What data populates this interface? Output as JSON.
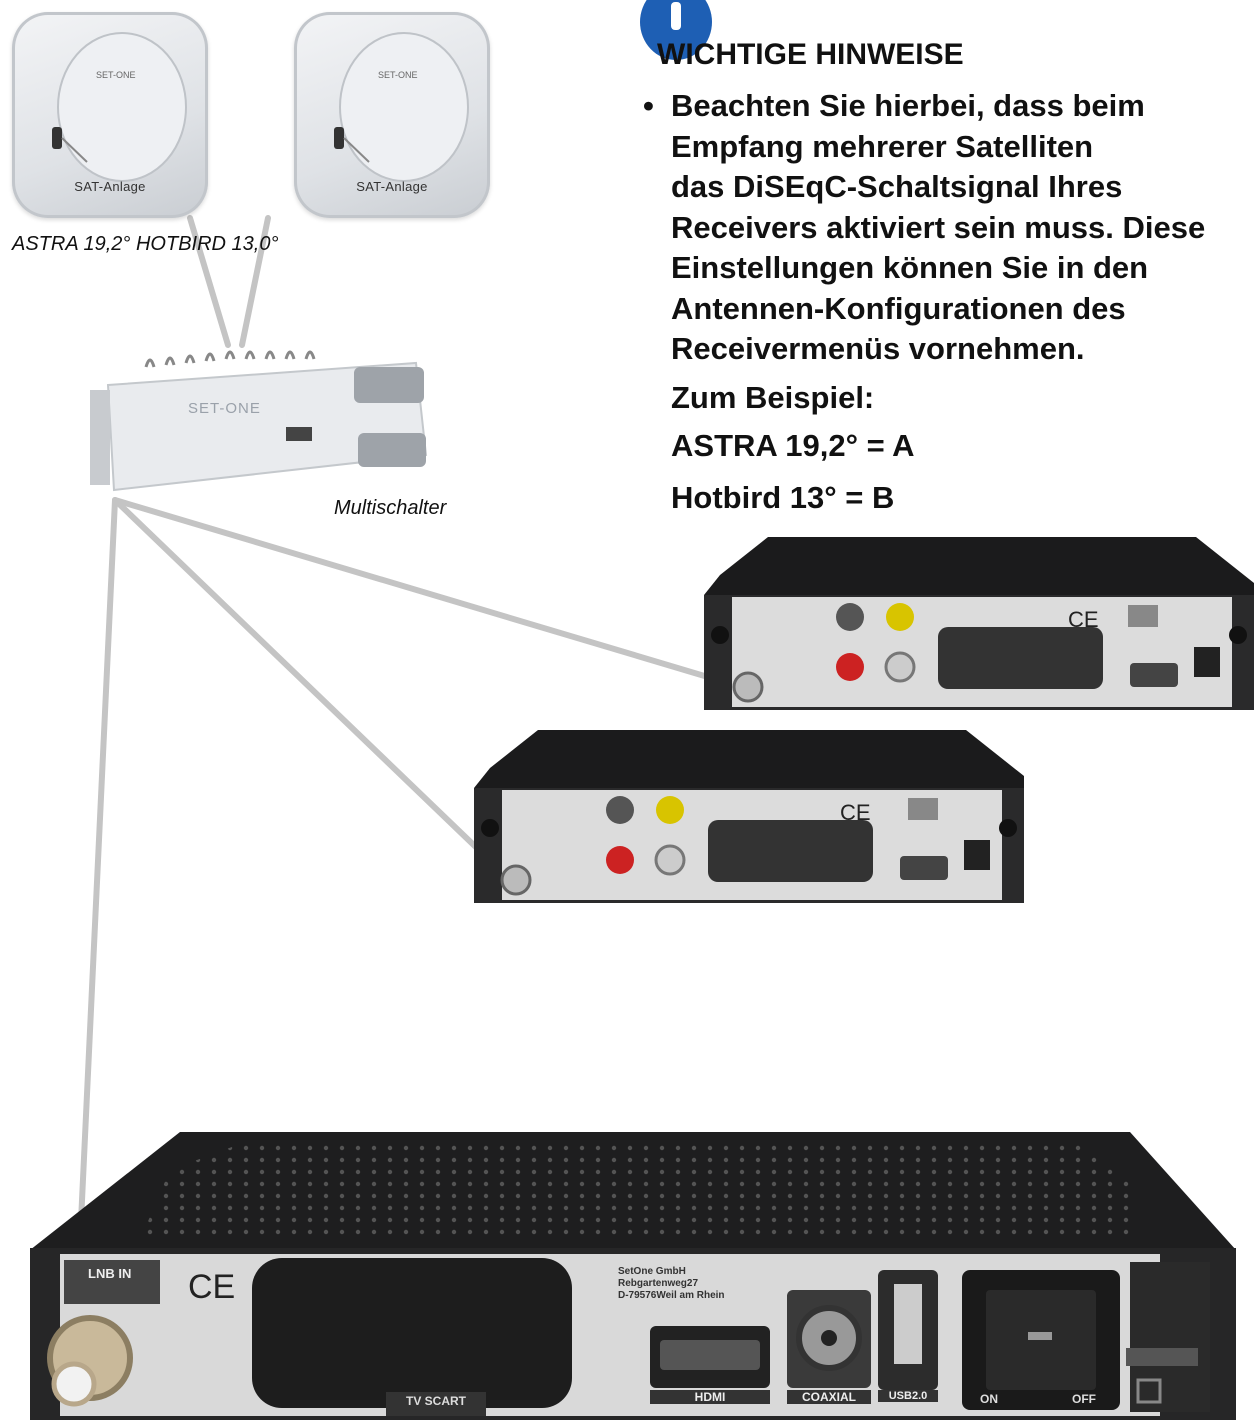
{
  "satellites": [
    {
      "brand": "SET-ONE",
      "label": "SAT-Anlage"
    },
    {
      "brand": "SET-ONE",
      "label": "SAT-Anlage"
    }
  ],
  "satellite_caption": "ASTRA 19,2° HOTBIRD 13,0°",
  "multiswitch": {
    "brand": "SET-ONE",
    "caption": "Multischalter"
  },
  "notice": {
    "icon": "info-exclamation-icon",
    "accent_color": "#1e5fb4",
    "title": "WICHTIGE HINWEISE",
    "lines": [
      "Beachten Sie hierbei, dass beim",
      "Empfang mehrerer Satelliten",
      "das DiSEqC-Schaltsignal Ihres",
      "Receivers aktiviert sein muss. Diese",
      "Einstellungen können Sie in den",
      "Antennen-Konfigurationen des",
      "Receivermenüs vornehmen."
    ],
    "example_heading": "Zum Beispiel:",
    "examples": [
      "ASTRA 19,2° = A",
      "Hotbird 13° = B"
    ]
  },
  "main_receiver": {
    "lnb_label": "LNB IN",
    "scart_label": "TV SCART",
    "address": [
      "SetOne GmbH",
      "Rebgartenweg27",
      "D-79576Weil am Rhein"
    ],
    "port_labels": [
      "HDMI",
      "COAXIAL",
      "USB2.0"
    ],
    "power_labels": [
      "ON",
      "OFF"
    ]
  }
}
